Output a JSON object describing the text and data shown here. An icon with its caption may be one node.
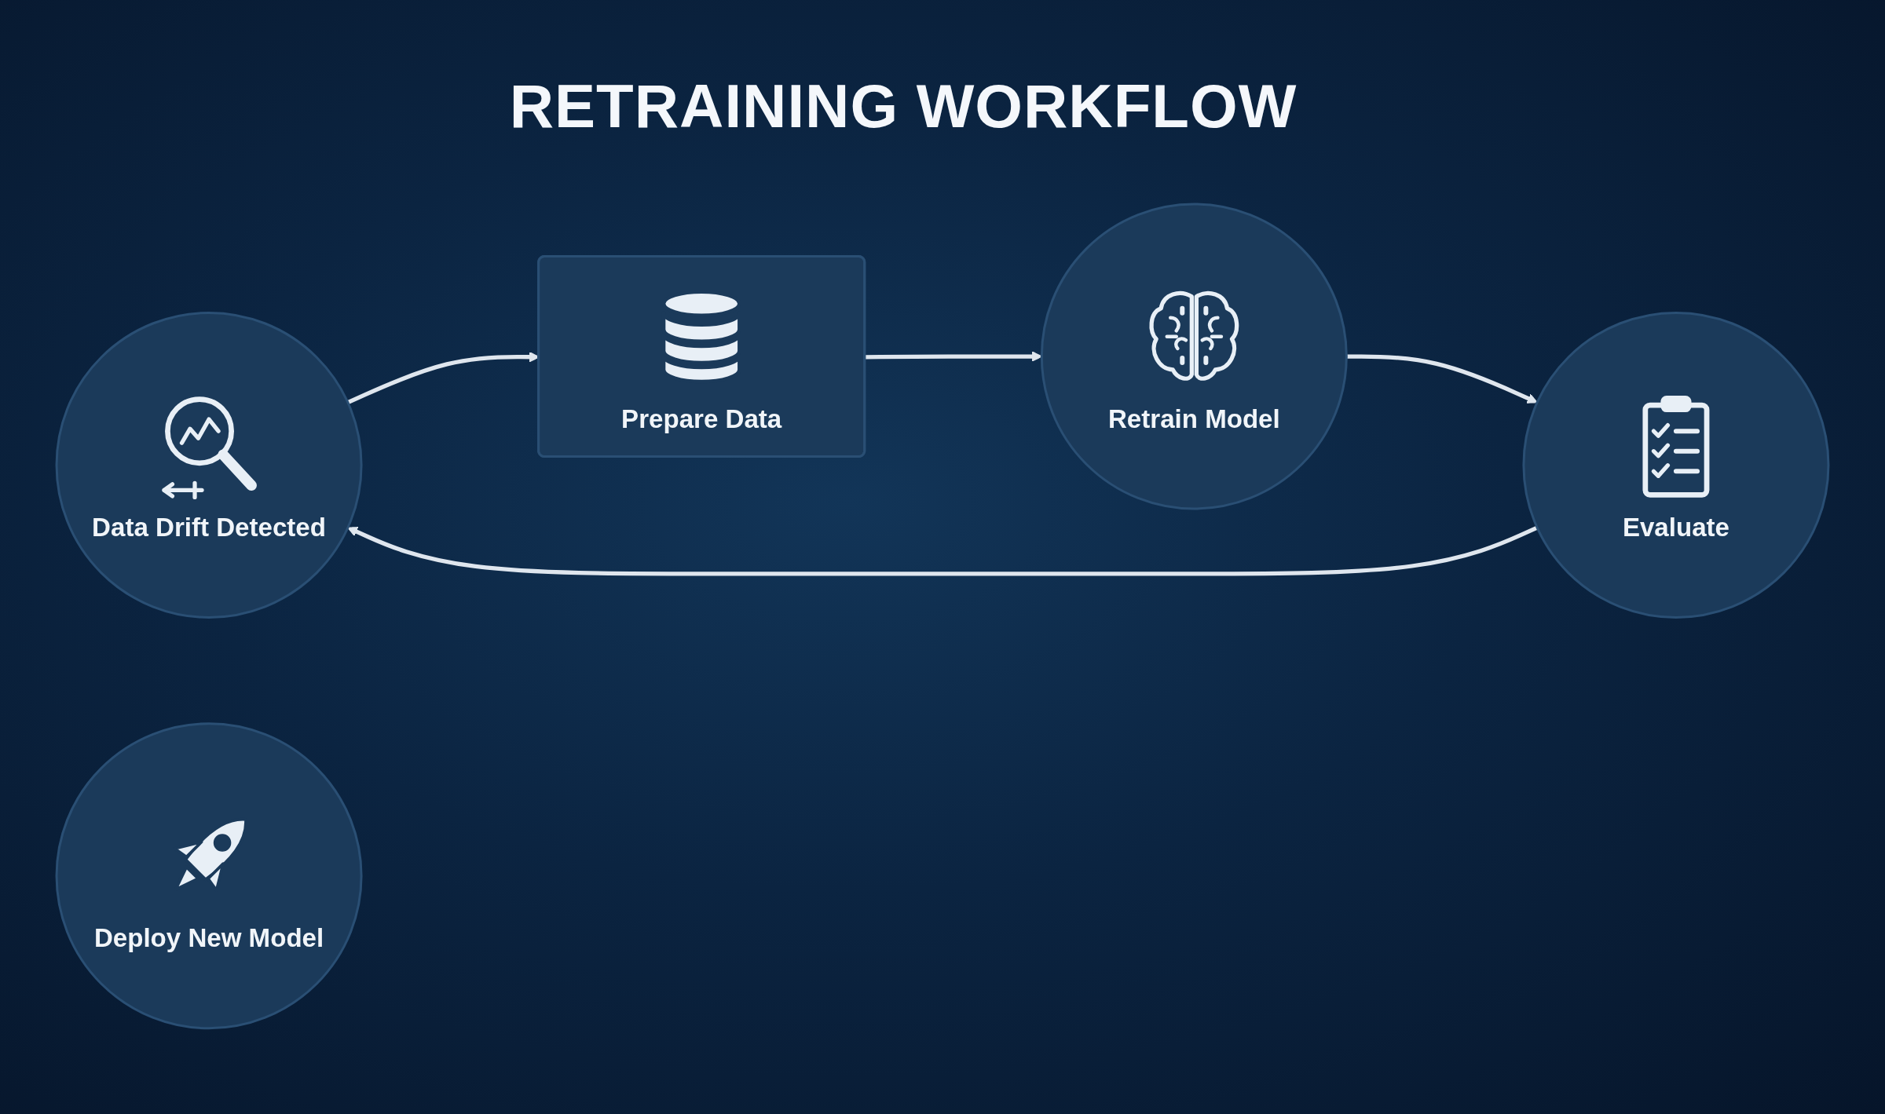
{
  "diagram": {
    "title": "RETRAINING WORKFLOW",
    "nodes": [
      {
        "text": [
          "Data Drift Detected"
        ]
      },
      {
        "text": [
          "Prepare Data"
        ]
      },
      {
        "text": [
          "Deploy New Model"
        ]
      },
      {
        "text": [
          "Evaluate"
        ]
      },
      {
        "text": [
          "Retrain Model"
        ]
      }
    ],
    "edges": [
      {
        "from": 0,
        "to": 1,
        "arrow": "to"
      },
      {
        "from": 1,
        "to": 4,
        "arrow": "to"
      },
      {
        "from": 4,
        "to": 3,
        "arrow": "to"
      },
      {
        "from": 3,
        "to": 0,
        "arrow": "to"
      }
    ]
  }
}
